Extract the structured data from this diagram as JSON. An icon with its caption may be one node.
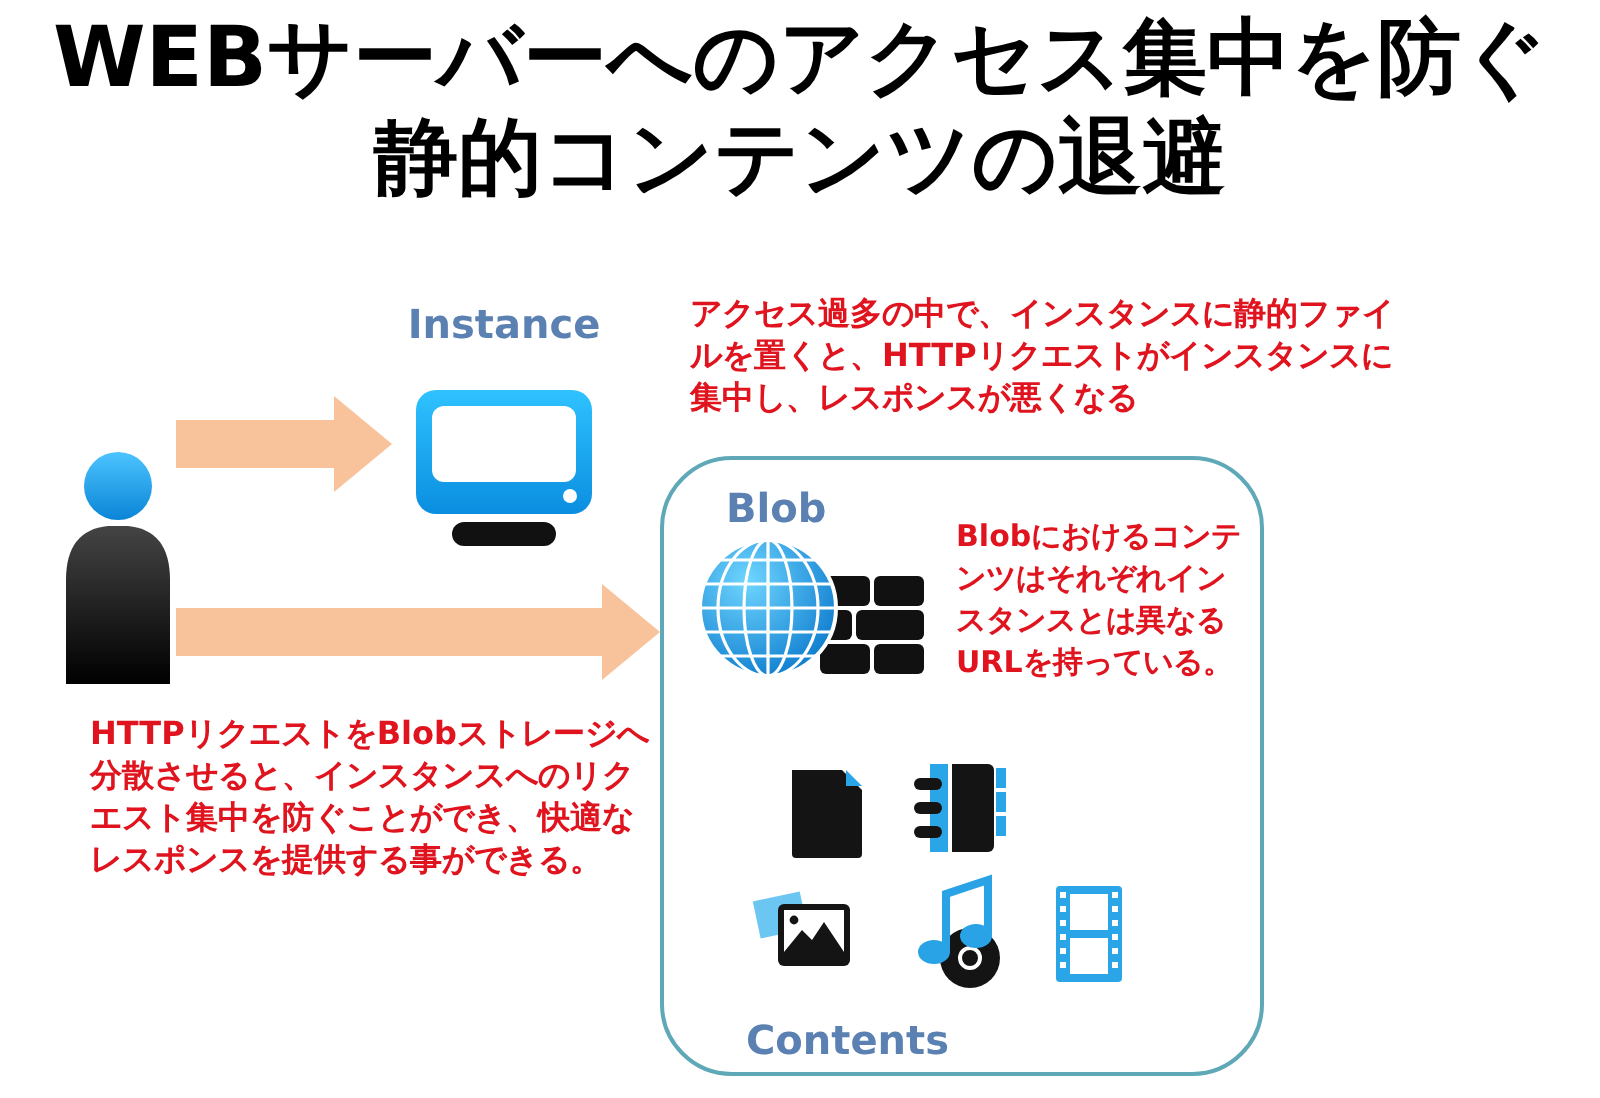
{
  "diagram": {
    "title": "WEBサーバーへのアクセス集中を防ぐ静的コンテンツの退避",
    "nodes": [
      {
        "text": [],
        "shape": "person"
      },
      {
        "text": [
          "Instance"
        ]
      },
      {
        "text": [
          "Blob",
          "Contents"
        ]
      }
    ],
    "edges": [
      {
        "from": 0,
        "to": 1,
        "arrow": "to"
      },
      {
        "from": 0,
        "to": 2,
        "arrow": "to"
      }
    ],
    "labels": [
      "アクセス過多の中で、インスタンスに静的ファイルを置くと、HTTPリクエストがインスタンスに集中し、レスポンスが悪くなる",
      "Blobにおけるコンテンツはそれぞれインスタンスとは異なるURLを持っている。",
      "HTTPリクエストをBlobストレージへ分散させると、インスタンスへのリクエスト集中を防ぐことができ、快適なレスポンスを提供する事ができる。"
    ]
  }
}
